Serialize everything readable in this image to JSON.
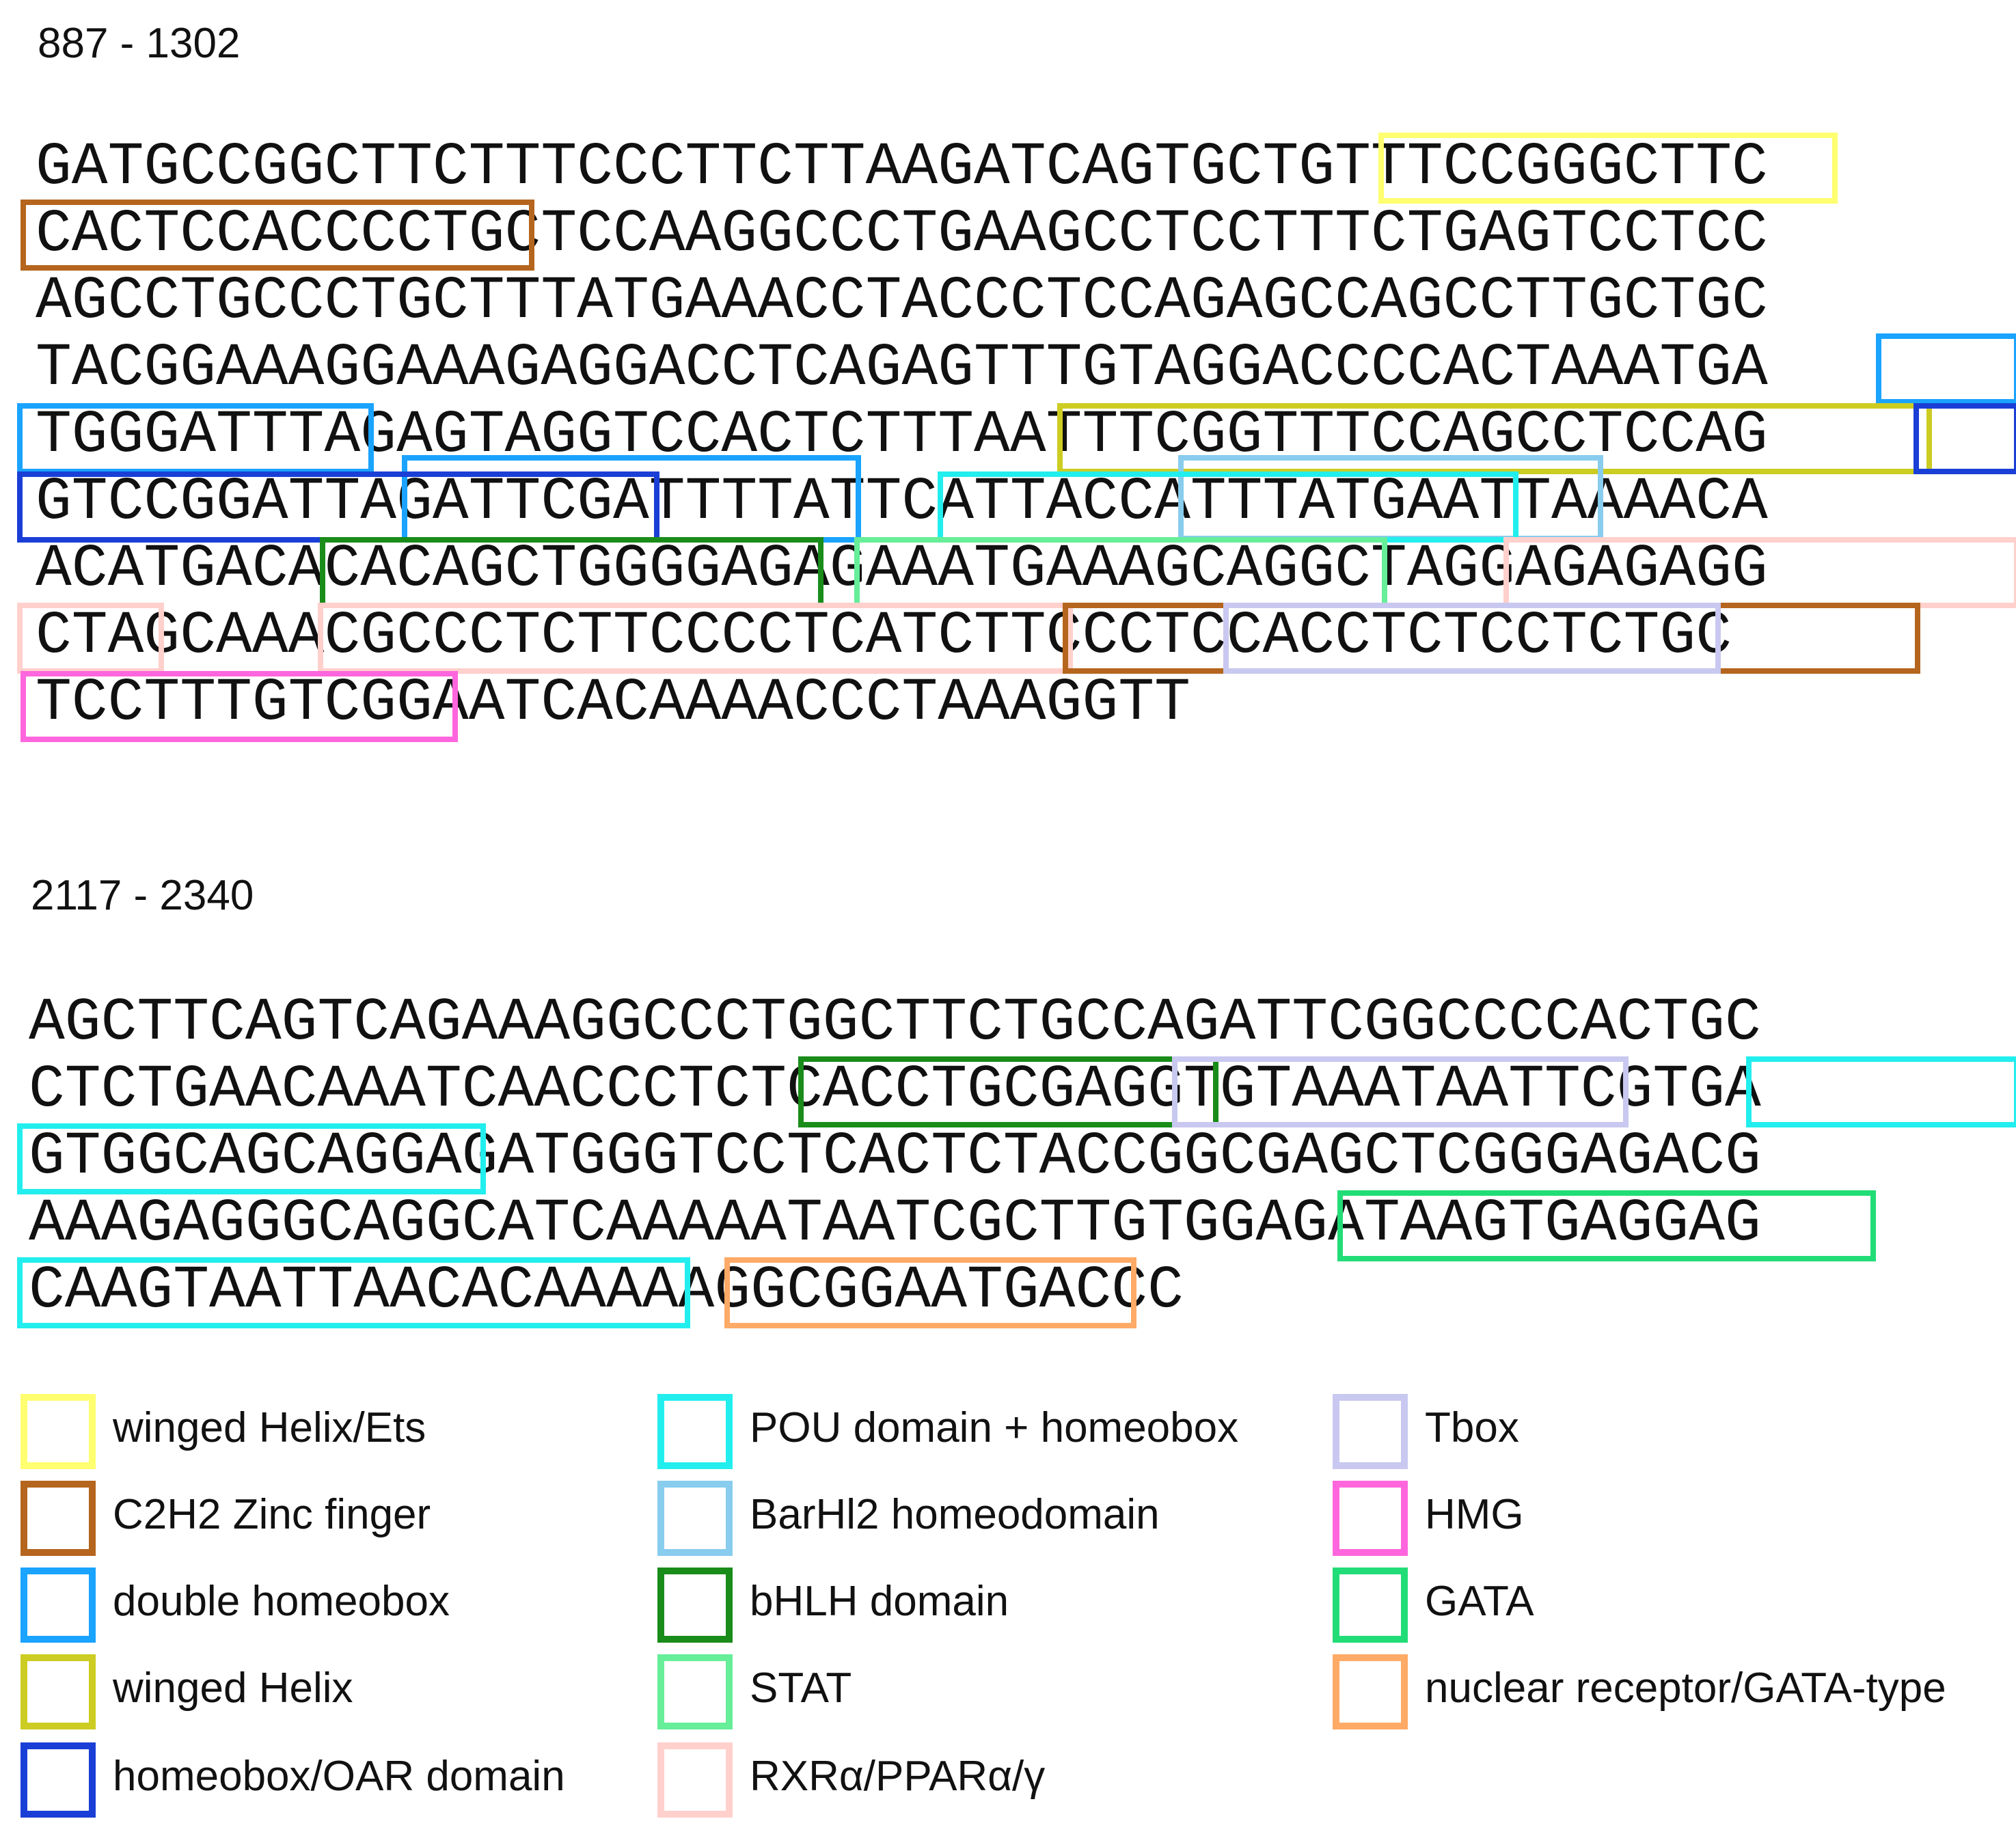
{
  "colors": {
    "winged_helix_ets": "#ffff70",
    "c2h2": "#b5651d",
    "double_homeobox": "#1aa3ff",
    "winged_helix": "#cccc22",
    "homeobox_oar": "#1a3fd6",
    "pou": "#22eeee",
    "barhl2": "#88ccee",
    "bhlh": "#1a8c1a",
    "stat": "#66ee99",
    "rxr": "#ffd0cc",
    "tbox": "#c8c8f0",
    "hmg": "#ff66dd",
    "gata": "#22dd77",
    "nuclear_receptor": "#ffaa66"
  },
  "sections": [
    {
      "range_label": "887 - 1302",
      "lines": [
        "GATGCCGGCTTCTTTCCCTTCTTAAGATCAGTGCTGTTTCCGGGCTTC",
        "CACTCCACCCCTGCTCCAAGGCCCTGAAGCCTCCTTTCTGAGTCCTCC",
        "AGCCTGCCCTGCTTTATGAAACCTACCCTCCAGAGCCAGCCTTGCTGC",
        "TACGGAAAGGAAAGAGGACCTCAGAGTTTGTAGGACCCCACTAAATGA",
        "TGGGATTTAGAGTAGGTCCACTCTTTAATTTCGGTTTCCAGCCTCCAG",
        "GTCCGGATTAGATTCGATTTTATTCATTACCATTTATGAATTAAAACA",
        "ACATGACACACAGCTGGGGAGAGAAATGAAAGCAGGCTAGGAGAGAGG",
        "CTAGCAAACGCCCTCTTCCCCTCATCTTCCCTCCACCTCTCCTCTGC",
        "TCCTTTGTCGGAATCACAAAACCCTAAAGGTT"
      ]
    },
    {
      "range_label": "2117 - 2340",
      "lines": [
        "AGCTTCAGTCAGAAAGGCCCTGGCTTCTGCCAGATTCGGCCCCACTGC",
        "CTCTGAACAAATCAACCCTCTCACCTGCGAGGTGTAAATAATTCGTGA",
        "GTGGCAGCAGGAGATGGGTCCTCACTCTACCGGCGAGCTCGGGAGACG",
        "AAAGAGGGCAGGCATCAAAAATAATCGCTTGTGGAGATAAGTGAGGAG",
        "CAAGTAATTAACACAAAAAGGCGGAATGACCC"
      ]
    }
  ],
  "legend": [
    {
      "label": "winged Helix/Ets",
      "color": "#ffff70"
    },
    {
      "label": "C2H2 Zinc finger",
      "color": "#b5651d"
    },
    {
      "label": "double homeobox",
      "color": "#1aa3ff"
    },
    {
      "label": "winged Helix",
      "color": "#cccc22"
    },
    {
      "label": "homeobox/OAR domain",
      "color": "#1a3fd6"
    },
    {
      "label": "POU domain + homeobox",
      "color": "#22eeee"
    },
    {
      "label": "BarHl2 homeodomain",
      "color": "#88ccee"
    },
    {
      "label": "bHLH domain",
      "color": "#1a8c1a"
    },
    {
      "label": "STAT",
      "color": "#66ee99"
    },
    {
      "label": "RXRα/PPARα/γ",
      "color": "#ffd0cc"
    },
    {
      "label": "Tbox",
      "color": "#c8c8f0"
    },
    {
      "label": "HMG",
      "color": "#ff66dd"
    },
    {
      "label": "GATA",
      "color": "#22dd77"
    },
    {
      "label": "nuclear receptor/GATA-type",
      "color": "#ffaa66"
    }
  ]
}
